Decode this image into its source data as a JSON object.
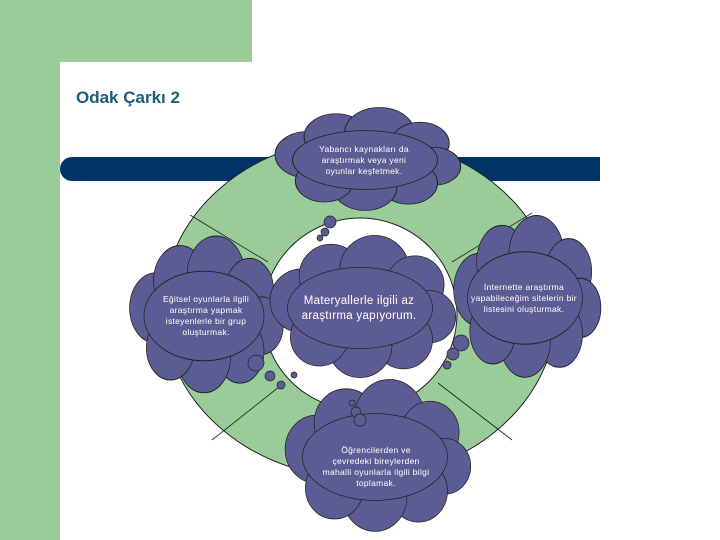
{
  "slide": {
    "title": "Odak Çarkı 2"
  },
  "colors": {
    "accent_green": "#99cc99",
    "navy": "#003366",
    "title_blue": "#1c5d7a",
    "cloud_fill": "#5c5c94",
    "wheel_fill": "#99cc99"
  },
  "wheel": {
    "center_text": "Materyallerle ilgili az araştırma yapıyorum.",
    "ideas": [
      {
        "text": "Yabancı kaynakları da araştırmak veya yeni oyunlar keşfetmek."
      },
      {
        "text": "Eğitsel oyunlarla ilgili araştırma yapmak isteyenlerle bir grup oluşturmak."
      },
      {
        "text": "İnternette araştırma yapabileceğim sitelerin bir listesini oluşturmak."
      },
      {
        "text": "Öğrencilerden ve çevredeki bireylerden mahalli oyunlarla ilgili bilgi toplamak."
      }
    ]
  }
}
